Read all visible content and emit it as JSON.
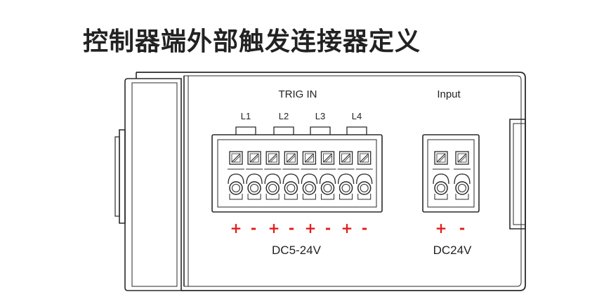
{
  "title": "控制器端外部触发连接器定义",
  "trig": {
    "label": "TRIG IN",
    "channels": [
      "L1",
      "L2",
      "L3",
      "L4"
    ],
    "polarity": [
      "+",
      "-",
      "+",
      "-",
      "+",
      "-",
      "+",
      "-"
    ],
    "voltage": "DC5-24V"
  },
  "input": {
    "label": "Input",
    "polarity": [
      "+",
      "-"
    ],
    "voltage": "DC24V"
  },
  "colors": {
    "polarity": "#e21d1d",
    "line": "#2a2a2a"
  }
}
